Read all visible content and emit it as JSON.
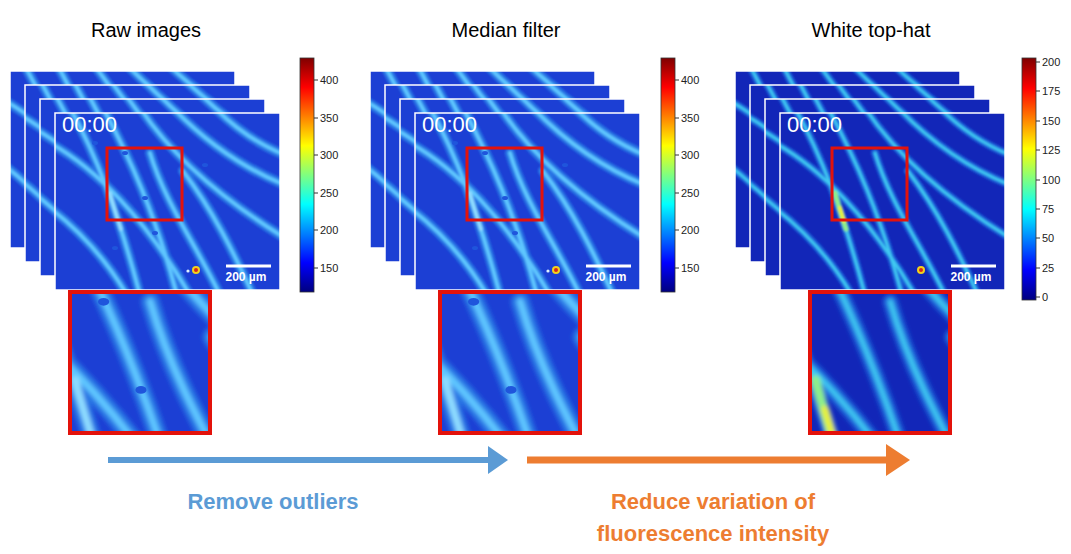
{
  "diagram": {
    "nodes": [
      {
        "text": [
          "Raw images",
          "00:00",
          "200 µm"
        ]
      },
      {
        "text": [
          "Median filter",
          "00:00",
          "200 µm"
        ]
      },
      {
        "text": [
          "White top-hat",
          "00:00",
          "200 µm"
        ]
      }
    ],
    "labels": [
      "400",
      "350",
      "300",
      "250",
      "200",
      "150",
      "400",
      "350",
      "300",
      "250",
      "200",
      "150",
      "200",
      "175",
      "150",
      "125",
      "100",
      "75",
      "50",
      "25",
      "0",
      "Remove outliers",
      "Reduce variation of fluorescence intensity"
    ]
  }
}
